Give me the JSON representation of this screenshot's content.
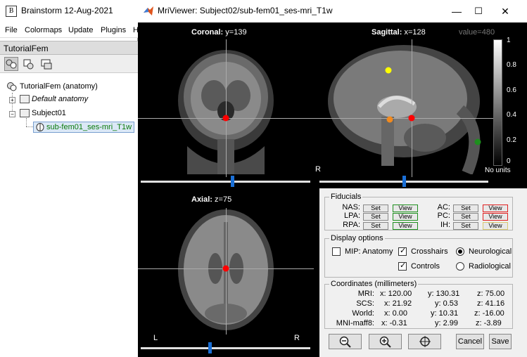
{
  "brainstorm": {
    "title": "Brainstorm 12-Aug-2021",
    "menu": [
      "File",
      "Colormaps",
      "Update",
      "Plugins",
      "H"
    ],
    "protocol": "TutorialFem",
    "tree": {
      "root": "TutorialFem (anatomy)",
      "default_anatomy": "Default anatomy",
      "subject": "Subject01",
      "selected_file": "sub-fem01_ses-mri_T1w"
    }
  },
  "viewer": {
    "title": "MriViewer: Subject02/sub-fem01_ses-mri_T1w",
    "window_controls": [
      "—",
      "☐",
      "✕"
    ],
    "coronal": {
      "name": "Coronal:",
      "coord": "y=139"
    },
    "sagittal": {
      "name": "Sagittal:",
      "coord": "x=128"
    },
    "axial": {
      "name": "Axial:",
      "coord": "z=75"
    },
    "value": "value=480",
    "side_R_sagittal": "R",
    "side_L_axial": "L",
    "side_R_axial": "R",
    "colorbar": {
      "ticks": [
        "1",
        "0.8",
        "0.6",
        "0.4",
        "0.2",
        "0"
      ],
      "units": "No units"
    },
    "fiducials": {
      "title": "Fiducials",
      "set_label": "Set",
      "view_label": "View",
      "left": [
        "NAS:",
        "LPA:",
        "RPA:"
      ],
      "right": [
        "AC:",
        "PC:",
        "IH:"
      ]
    },
    "display_options": {
      "title": "Display options",
      "mip_anatomy": "MIP: Anatomy",
      "crosshairs": "Crosshairs",
      "controls": "Controls",
      "neurological": "Neurological",
      "radiological": "Radiological"
    },
    "coordinates": {
      "title": "Coordinates (millimeters)",
      "rows": [
        {
          "label": "MRI:",
          "x": "x: 120.00",
          "y": "y: 130.31",
          "z": "z: 75.00"
        },
        {
          "label": "SCS:",
          "x": "x: 21.92",
          "y": "y: 0.53",
          "z": "z: 41.16"
        },
        {
          "label": "World:",
          "x": "x: 0.00",
          "y": "y: 10.31",
          "z": "z: -16.00"
        },
        {
          "label": "MNI-maff8:",
          "x": "x: -0.31",
          "y": "y: 2.99",
          "z": "z: -3.89"
        }
      ]
    },
    "buttons": {
      "cancel": "Cancel",
      "save": "Save"
    },
    "colors": {
      "slider": "#1a6fd6",
      "fid_red": "#ff0000",
      "fid_orange": "#f28a1e",
      "fid_yellow": "#ffff00",
      "fid_green": "#1e8f1e"
    }
  }
}
